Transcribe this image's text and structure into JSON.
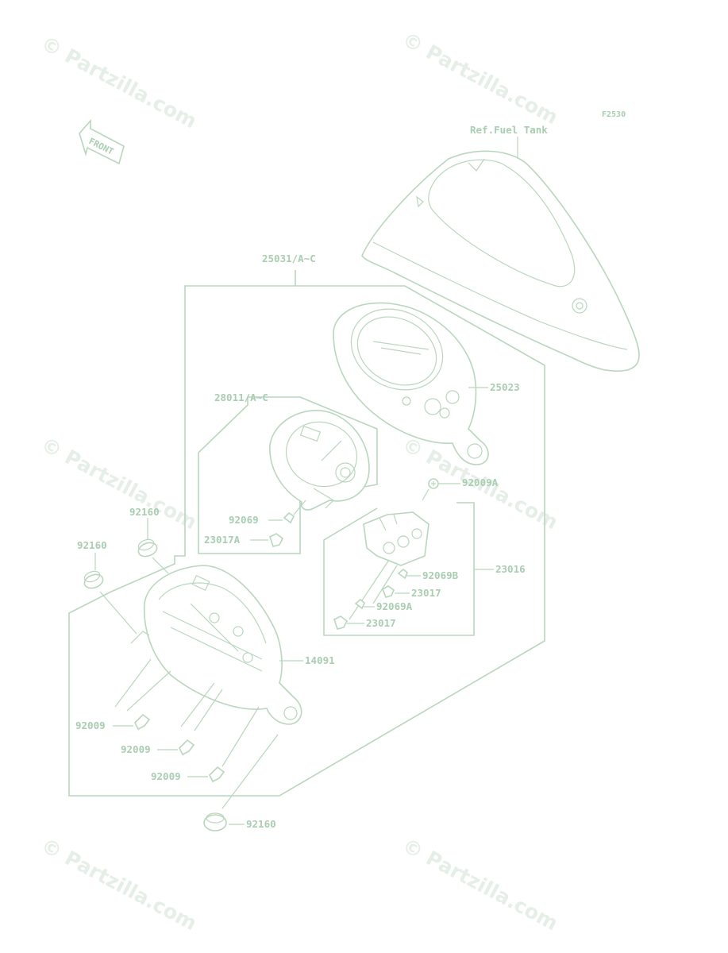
{
  "figure_code": "F2530",
  "front_label": "FRONT",
  "watermark": "© Partzilla.com",
  "parts": {
    "ref_fuel_tank": "Ref.Fuel Tank",
    "p25031": "25031/A~C",
    "p25023": "25023",
    "p28011": "28011/A~C",
    "p92009A": "92009A",
    "p92069": "92069",
    "p23016": "23016",
    "p92160_top": "92160",
    "p92069B": "92069B",
    "p23017A": "23017A",
    "p92160_left": "92160",
    "p23017_a": "23017",
    "p92069A": "92069A",
    "p23017_b": "23017",
    "p14091": "14091",
    "p92009_1": "92009",
    "p92009_2": "92009",
    "p92009_3": "92009",
    "p92160_bottom": "92160"
  },
  "colors": {
    "line": "#b9d6bd",
    "label": "#a9cdb0",
    "watermark": "#e6efe7"
  }
}
